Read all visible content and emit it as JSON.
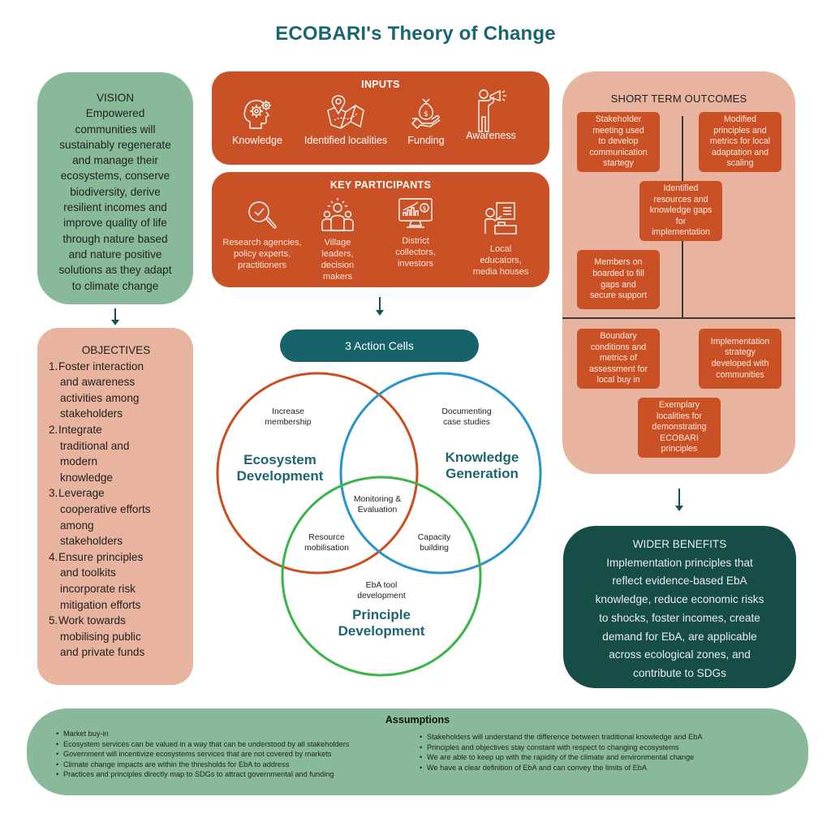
{
  "title": "ECOBARI's Theory of Change",
  "colors": {
    "title": "#1a6670",
    "vision_bg": "#88b998",
    "objectives_bg": "#e8b4a0",
    "orange_panel": "#c95125",
    "action_pill": "#17636a",
    "circle_ecosystem": "#cc4f22",
    "circle_knowledge": "#2994c9",
    "circle_principle": "#3ab54a",
    "wider_bg": "#164e47",
    "assumptions_bg": "#88b998"
  },
  "vision": {
    "heading": "VISION",
    "lines": [
      "Empowered",
      "communities will",
      "sustainably regenerate",
      "and manage their",
      "ecosystems, conserve",
      "biodiversity, derive",
      "resilient incomes and",
      "improve quality of life",
      "through nature based",
      "and nature positive",
      "solutions as they adapt",
      "to climate change"
    ]
  },
  "objectives": {
    "heading": "OBJECTIVES",
    "items": [
      {
        "num": "1.",
        "lines": [
          "Foster interaction",
          "and awareness",
          "activities among",
          "stakeholders"
        ]
      },
      {
        "num": "2.",
        "lines": [
          "Integrate",
          "traditional and",
          "modern",
          "knowledge"
        ]
      },
      {
        "num": "3.",
        "lines": [
          "Leverage",
          "cooperative efforts",
          "among",
          "stakeholders"
        ]
      },
      {
        "num": "4.",
        "lines": [
          "Ensure principles",
          "and toolkits",
          "incorporate risk",
          "mitigation efforts"
        ]
      },
      {
        "num": "5.",
        "lines": [
          "Work towards",
          "mobilising public",
          "and private funds"
        ]
      }
    ]
  },
  "inputs": {
    "heading": "INPUTS",
    "items": [
      {
        "label": "Knowledge",
        "icon": "head-gears-icon"
      },
      {
        "label": "Identified localities",
        "icon": "map-pin-icon"
      },
      {
        "label": "Funding",
        "icon": "money-bag-hand-icon"
      },
      {
        "label": "Awareness",
        "icon": "person-megaphone-icon"
      }
    ]
  },
  "key_participants": {
    "heading": "KEY PARTICIPANTS",
    "items": [
      {
        "lines": [
          "Research agencies,",
          "policy experts,",
          "practitioners"
        ],
        "icon": "magnifier-check-icon"
      },
      {
        "lines": [
          "Village",
          "leaders,",
          "decision",
          "makers"
        ],
        "icon": "group-leader-icon"
      },
      {
        "lines": [
          "District",
          "collectors,",
          "investors"
        ],
        "icon": "monitor-chart-dollar-icon"
      },
      {
        "lines": [
          "Local",
          "educators,",
          "media houses"
        ],
        "icon": "teacher-board-icon"
      }
    ]
  },
  "action_cells": {
    "label": "3 Action Cells",
    "circles": [
      {
        "title_lines": [
          "Ecosystem",
          "Development"
        ],
        "activity_lines": [
          "Increase",
          "membership"
        ]
      },
      {
        "title_lines": [
          "Knowledge",
          "Generation"
        ],
        "activity_lines": [
          "Documenting",
          "case studies"
        ]
      },
      {
        "title_lines": [
          "Principle",
          "Development"
        ],
        "activity_lines": [
          "EbA tool",
          "development"
        ]
      }
    ],
    "overlaps": {
      "center": [
        "Monitoring &",
        "Evaluation"
      ],
      "ecosystem_principle": [
        "Resource",
        "mobilisation"
      ],
      "knowledge_principle": [
        "Capacity",
        "building"
      ]
    }
  },
  "short_term_outcomes": {
    "heading": "SHORT TERM OUTCOMES",
    "boxes": [
      {
        "lines": [
          "Stakeholder",
          "meeting used",
          "to develop",
          "communication",
          "startegy"
        ]
      },
      {
        "lines": [
          "Modified",
          "principles and",
          "metrics for local",
          "adaptation and",
          "scaling"
        ]
      },
      {
        "lines": [
          "Identified",
          "resources and",
          "knowledge gaps",
          "for",
          "implementation"
        ]
      },
      {
        "lines": [
          "Members on",
          "boarded to fill",
          "gaps and",
          "secure support"
        ]
      },
      {
        "lines": [
          "Boundary",
          "conditions and",
          "metrics of",
          "assessment for",
          "local buy in"
        ]
      },
      {
        "lines": [
          "Implementation",
          "strategy",
          "developed with",
          "communities"
        ]
      },
      {
        "lines": [
          "Exemplary",
          "localities for",
          "demonstrating",
          "ECOBARI",
          "principles"
        ]
      }
    ]
  },
  "wider_benefits": {
    "heading": "WIDER BENEFITS",
    "lines": [
      "Implementation principles that",
      "reflect evidence-based EbA",
      "knowledge, reduce economic risks",
      "to shocks, foster incomes, create",
      "demand for EbA, are applicable",
      "across ecological zones, and",
      "contribute to SDGs"
    ]
  },
  "assumptions": {
    "heading": "Assumptions",
    "left": [
      "Market buy-in",
      "Ecosystem services can be valued in a way that can be understood by all stakeholders",
      "Government will incentivize ecosystems services that are not covered by markets",
      "Climate change impacts are within the thresholds for EbA to address",
      "Practices and principles directly map to SDGs to attract governmental and funding"
    ],
    "right": [
      "Stakeholders will understand the difference between traditional knowledge and EbA",
      "Principles and objectives stay constant with respect to changing ecosystems",
      "We are able to keep up with the rapidity of the climate and environmental change",
      "We have a clear definition of EbA and can convey the limits of EbA"
    ]
  }
}
